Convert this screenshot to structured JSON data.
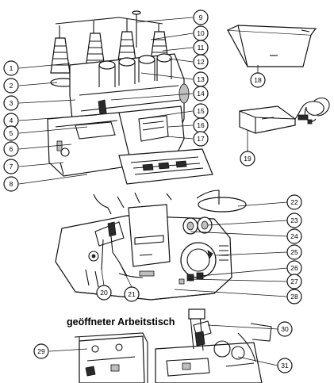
{
  "callouts": {
    "c1": "1",
    "c2": "2",
    "c3": "3",
    "c4": "4",
    "c5": "5",
    "c6": "6",
    "c7": "7",
    "c8": "8",
    "c9": "9",
    "c10": "10",
    "c11": "11",
    "c12": "12",
    "c13": "13",
    "c14": "14",
    "c15": "15",
    "c16": "16",
    "c17": "17",
    "c18": "18",
    "c19": "19",
    "c20": "20",
    "c21": "21",
    "c22": "22",
    "c23": "23",
    "c24": "24",
    "c25": "25",
    "c26": "26",
    "c27": "27",
    "c28": "28",
    "c29": "29",
    "c30": "30",
    "c31": "31"
  },
  "section_title": "geöffneter Arbeitstisch"
}
